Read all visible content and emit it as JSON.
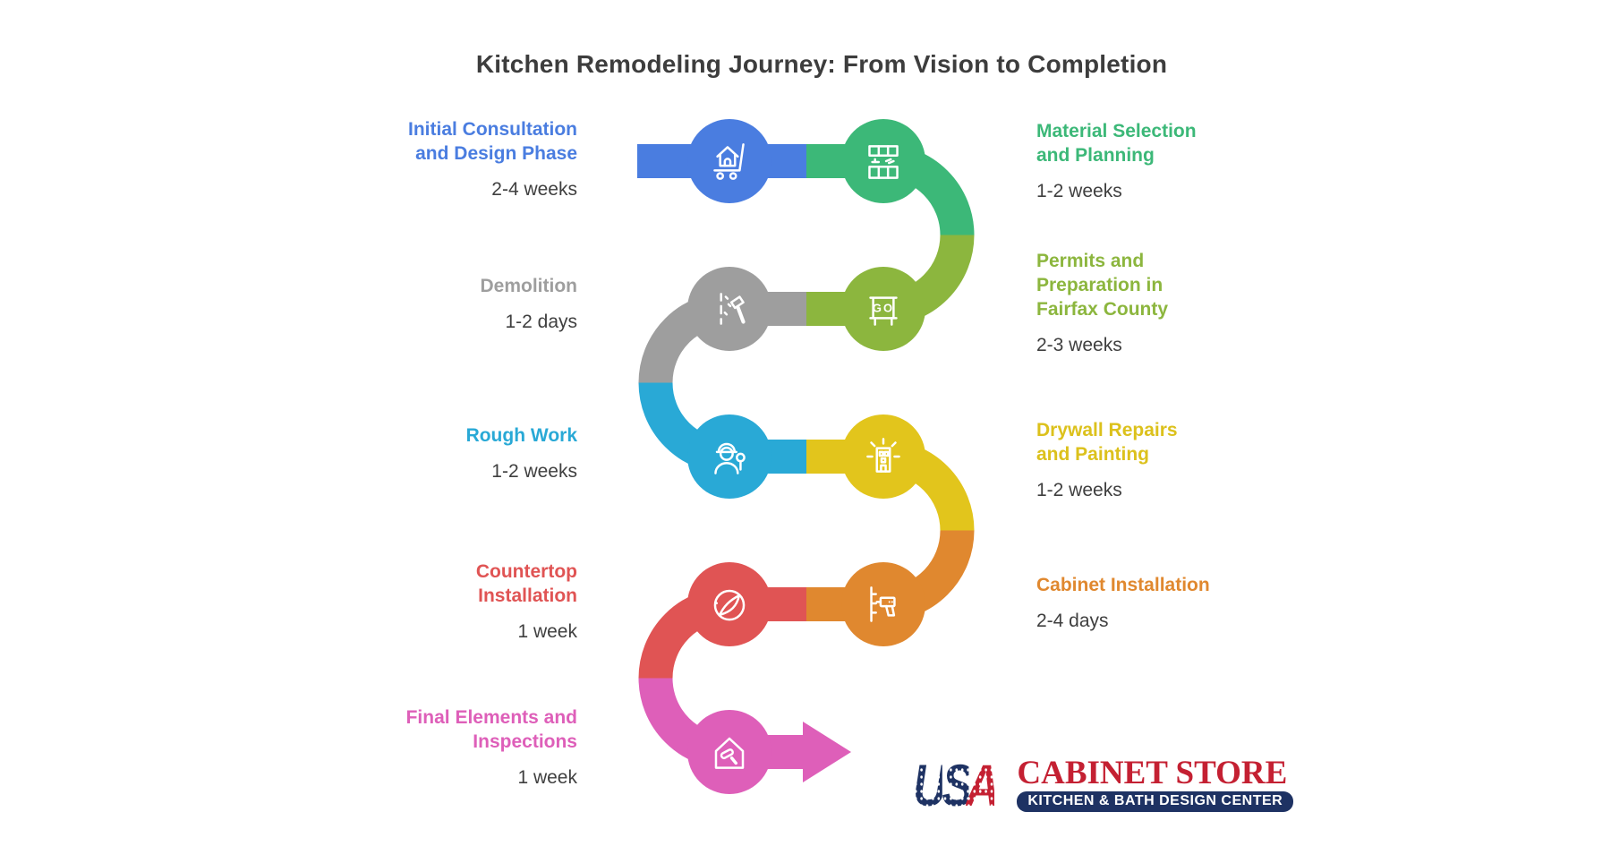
{
  "title": "Kitchen Remodeling Journey: From Vision to Completion",
  "steps": [
    {
      "label": "Initial Consultation and Design Phase",
      "duration": "2-4 weeks",
      "color": "#4a7de0",
      "icon": "house-cart-icon",
      "side": "left"
    },
    {
      "label": "Material Selection and Planning",
      "duration": "1-2 weeks",
      "color": "#3cb878",
      "icon": "kitchen-cabinets-icon",
      "side": "right"
    },
    {
      "label": "Permits and Preparation in Fairfax County",
      "duration": "2-3 weeks",
      "color": "#8cb63e",
      "icon": "go-sign-icon",
      "icon_text": "GO",
      "side": "right"
    },
    {
      "label": "Demolition",
      "duration": "1-2 days",
      "color": "#9e9e9e",
      "icon": "hammer-demolition-icon",
      "side": "left"
    },
    {
      "label": "Rough Work",
      "duration": "1-2 weeks",
      "color": "#29a9d6",
      "icon": "worker-wrench-icon",
      "side": "left"
    },
    {
      "label": "Drywall Repairs and Painting",
      "duration": "1-2 weeks",
      "color": "#e2c51c",
      "icon": "shining-building-icon",
      "side": "right"
    },
    {
      "label": "Cabinet Installation",
      "duration": "2-4 days",
      "color": "#e0882f",
      "icon": "drill-icon",
      "side": "right"
    },
    {
      "label": "Countertop Installation",
      "duration": "1 week",
      "color": "#e05454",
      "icon": "countertop-icon",
      "side": "left"
    },
    {
      "label": "Final Elements and Inspections",
      "duration": "1 week",
      "color": "#de5fb9",
      "icon": "house-paint-roller-icon",
      "side": "left"
    }
  ],
  "logo": {
    "usa_u": "U",
    "usa_s": "S",
    "usa_a": "A",
    "store_name": "CABINET STORE",
    "tagline": "KITCHEN & BATH DESIGN CENTER",
    "navy": "#1e3263",
    "red": "#c42032"
  }
}
